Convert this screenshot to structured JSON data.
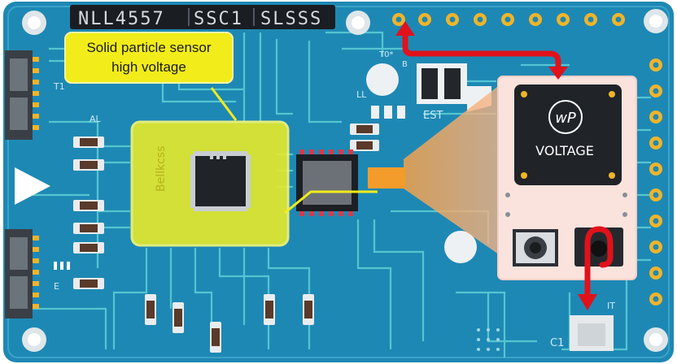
{
  "board": {
    "pcb_color": "#1e88b4",
    "trace_color": "#5fd0d6",
    "pad_color": "#f0b429"
  },
  "header_labels": [
    {
      "text": "NLL4557"
    },
    {
      "text": "SSC1"
    },
    {
      "text": "SLSSS"
    }
  ],
  "callout": {
    "line1": "Solid particle sensor",
    "line2": "high voltage",
    "color": "#f2ec1a"
  },
  "highlight_chip": {
    "label": "Bellkcss",
    "color": "#e6ea2a"
  },
  "silkscreen": {
    "t0": "T0*",
    "b": "B",
    "est": "EST",
    "al": "AL",
    "t1": "T1",
    "c1": "C1",
    "it": "IT",
    "e": "E",
    "ll": "LL"
  },
  "module": {
    "logo_text": "wP",
    "label": "VOLTAGE",
    "color": "#fbe3dd"
  },
  "arrows": {
    "color": "#e0121b"
  },
  "icons": [
    "mounting-hole-icon",
    "triangle-marker-icon",
    "camera-icon",
    "button-icon"
  ]
}
